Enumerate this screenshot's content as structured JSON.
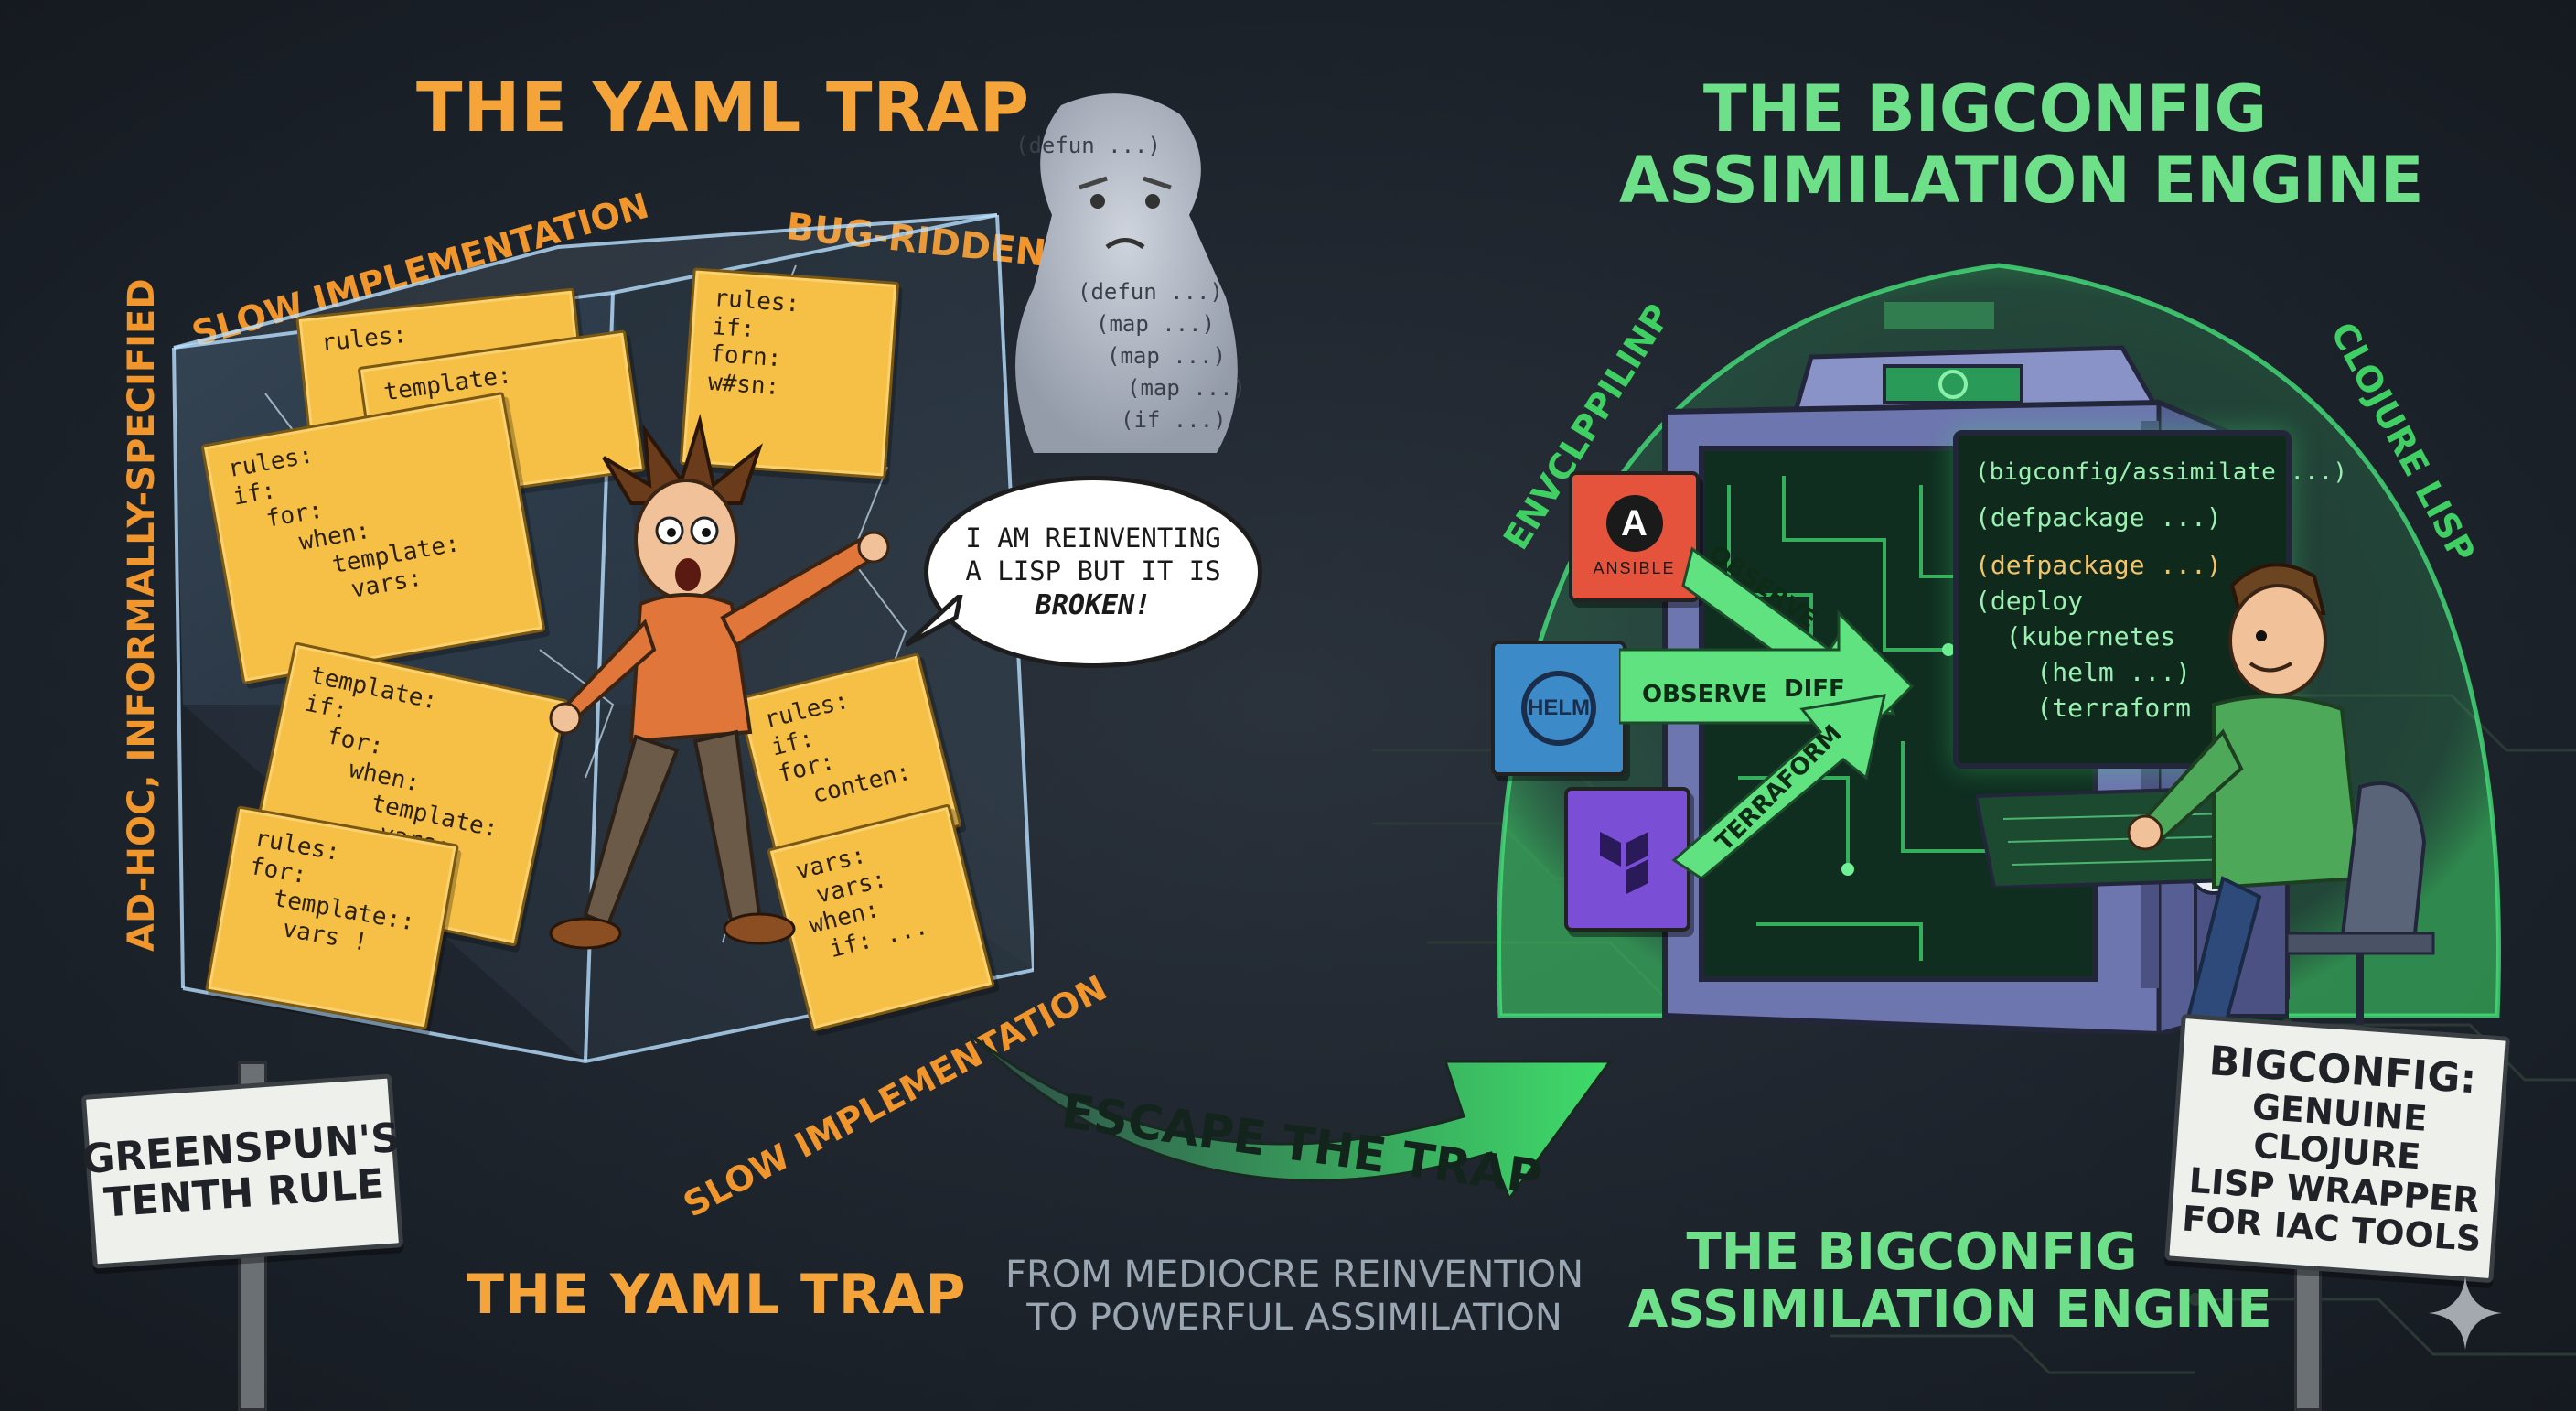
{
  "left_panel": {
    "title_top": "THE YAML TRAP",
    "title_bottom": "THE YAML TRAP",
    "label_slow_top": "SLOW IMPLEMENTATION",
    "label_bug": "BUG-RIDDEN",
    "label_adhoc": "AD-HOC, INFORMALLY-SPECIFIED",
    "label_slow_bottom": "SLOW IMPLEMENTATION",
    "speech_line1": "I AM REINVENTING",
    "speech_line2": "A LISP BUT IT IS",
    "speech_line3": "BROKEN!",
    "sign_line1": "GREENSPUN'S",
    "sign_line2": "TENTH RULE",
    "folders": [
      "rules:",
      "template:\nvars:",
      "rules:\nif:\n  for:\n    when:\n      template:\n       vars:",
      "rules:\nif:\nforn:\nw#sn:",
      "template:\nif:\n  for:\n    when:\n      template:\n       vars:",
      "rules:\nif:\nfor:\n  conten:",
      "rules:\nfor:\n  template::\n   vars !",
      "vars:\n vars:\nwhen:\n if: ..."
    ],
    "ghost_head": "(defun ...)",
    "ghost_body": [
      "(defun ...)",
      "(map ...)",
      "(map ...)",
      "(map ...)",
      "(if ...)"
    ]
  },
  "middle": {
    "arrow_label": "ESCAPE THE TRAP",
    "subtitle_line1": "FROM MEDIOCRE REINVENTION",
    "subtitle_line2": "TO POWERFUL ASSIMILATION"
  },
  "right_panel": {
    "title_top_line1": "THE BIGCONFIG",
    "title_top_line2": "ASSIMILATION ENGINE",
    "title_bottom_line1": "THE BIGCONFIG",
    "title_bottom_line2": "ASSIMILATION ENGINE",
    "dome_label_left": "ENVCLPPILINP",
    "dome_label_right": "CLOJURE LISP",
    "tools": {
      "ansible": "ANSIBLE",
      "ansible_mark": "A",
      "helm": "HELM"
    },
    "arrow_labels": [
      "OBSERVE",
      "OBSERVE",
      "DIFF",
      "TERRAFORM"
    ],
    "terminal_lines": [
      "(bigconfig/assimilate ...)",
      "(defpackage ...)",
      "(defpackage ...)",
      "(deploy",
      "  (kubernetes",
      "    (helm ...)",
      "    (terraform ...)))"
    ],
    "sign_line1": "BIGCONFIG:",
    "sign_line2": "GENUINE CLOJURE",
    "sign_line3": "LISP WRAPPER",
    "sign_line4": "FOR IAC TOOLS"
  },
  "colors": {
    "orange": "#f5a43a",
    "green": "#6ee08a",
    "background": "#1b2129",
    "yaml_folder": "#f6c046"
  }
}
